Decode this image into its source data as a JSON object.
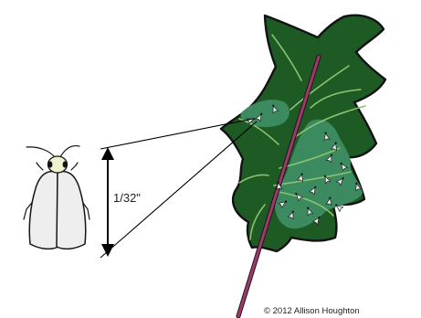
{
  "diagram": {
    "size_label": "1/32\"",
    "copyright": "© 2012 Allison Houghton",
    "colors": {
      "leaf": "#1e5a24",
      "leaf_outline": "#121212",
      "leaf_vein": "#8bc270",
      "damage_patch": "#3b8a60",
      "stem": "#9a3c6a",
      "insect_body": "#eeeeee",
      "insect_head": "#f1f0cf"
    },
    "insects_on_leaf": 20
  }
}
